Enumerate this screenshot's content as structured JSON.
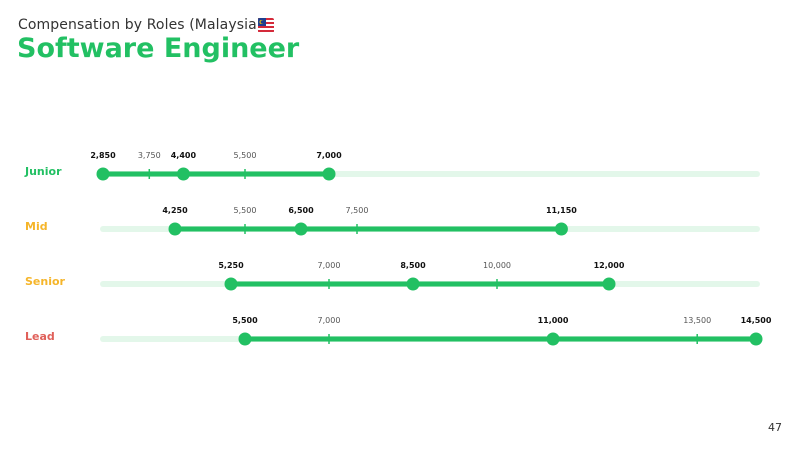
{
  "header": {
    "subtitle": "Compensation by Roles (Malaysia)",
    "title": "Software Engineer",
    "flag_icon": "malaysia-flag-icon"
  },
  "page_number": "47",
  "colors": {
    "accent": "#22c063",
    "track": "#e3f7ea",
    "junior": "#22c063",
    "mid": "#f5b52a",
    "senior": "#f5b52a",
    "lead": "#e0605a"
  },
  "chart_data": {
    "type": "range",
    "title": "Software Engineer",
    "series": [
      {
        "name": "Junior",
        "color": "#22c063",
        "min": 2850,
        "median": 4400,
        "max": 7000,
        "ticks": [
          3750,
          5500
        ],
        "labels": [
          "2,850",
          "3,750",
          "4,400",
          "5,500",
          "7,000"
        ]
      },
      {
        "name": "Mid",
        "color": "#f5b52a",
        "min": 4250,
        "median": 6500,
        "max": 11150,
        "ticks": [
          5500,
          7500
        ],
        "labels": [
          "4,250",
          "5,500",
          "6,500",
          "7,500",
          "11,150"
        ]
      },
      {
        "name": "Senior",
        "color": "#f5b52a",
        "min": 5250,
        "median": 8500,
        "max": 12000,
        "ticks": [
          7000,
          10000
        ],
        "labels": [
          "5,250",
          "7,000",
          "8,500",
          "10,000",
          "12,000"
        ]
      },
      {
        "name": "Lead",
        "color": "#e0605a",
        "min": 5500,
        "median": 11000,
        "max": 14500,
        "ticks": [
          7000,
          13500
        ],
        "labels": [
          "5,500",
          "7,000",
          "11,000",
          "13,500",
          "14,500"
        ]
      }
    ]
  }
}
